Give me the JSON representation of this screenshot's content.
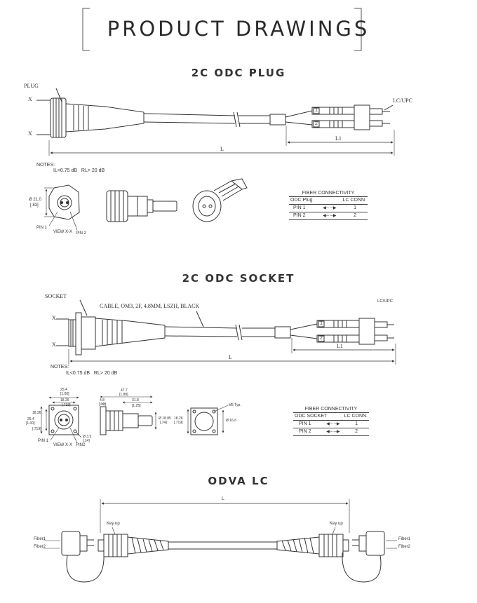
{
  "header": {
    "title": "PRODUCT DRAWINGS"
  },
  "plug_section": {
    "title": "2C ODC PLUG",
    "plug_label": "PLUG",
    "x_top": "X",
    "x_bottom": "X",
    "lc_label": "LC/UPC",
    "dim_l": "L",
    "dim_l1": "L1",
    "fiber_1": "1",
    "fiber_2": "2",
    "notes_title": "NOTES:",
    "notes_values": "IL<0.75 dB   RL> 20 dB",
    "dia_label": "Ø 21.0",
    "dia_sub": "[.83]",
    "pin1": "PIN 1",
    "view": "VIEW X-X",
    "pin2": "PIN 2",
    "table": {
      "title": "FIBER CONNECTIVITY",
      "col1": "ODC Plug",
      "col2": "LC CONN.",
      "rows": [
        {
          "a": "PIN 1",
          "b": "1"
        },
        {
          "a": "PIN 2",
          "b": "2"
        }
      ]
    }
  },
  "socket_section": {
    "title": "2C ODC SOCKET",
    "socket_label": "SOCKET",
    "cable_label": "CABLE, OM3, 2F, 4.8MM, LSZH, BLACK",
    "x_top": "X",
    "x_bottom": "X",
    "lc_label": "LC/UPC",
    "dim_l": "L",
    "dim_l1": "L1",
    "fiber_1": "1",
    "fiber_2": "2",
    "notes_title": "NOTES:",
    "notes_values": "IL<0.75 dB   RL> 20 dB",
    "dim_a": "25.4",
    "dim_a_sub": "[1.00]",
    "dim_b": "18.26",
    "dim_b_sub": "[.719]",
    "dim_c": "25.4",
    "dim_c_sub": "[1.00]",
    "dim_d": "18.26",
    "dim_d_sub": "[.719]",
    "dim_e": "Ø 3.5",
    "dim_e_sub": "[.14]",
    "dim_f": "47.7",
    "dim_f_sub": "[1.88]",
    "dim_g": "31.8",
    "dim_g_sub": "[1.25]",
    "dim_h": "4.8",
    "dim_h_sub": "[.19]",
    "dim_i": "Ø 18.85",
    "dim_i_sub": "[.74]",
    "dim_j": "18.26",
    "dim_j_sub": "[.719]",
    "dim_k": "Ø 16.6",
    "dim_l2": "M5 Typ.",
    "pin1": "PIN 1",
    "view": "VIEW X-X",
    "pin2": "PIN2",
    "table": {
      "title": "FIBER CONNECTIVITY",
      "col1": "ODC SOCKET",
      "col2": "LC CONN.",
      "rows": [
        {
          "a": "PIN 1",
          "b": "1"
        },
        {
          "a": "PIN 2",
          "b": "2"
        }
      ]
    }
  },
  "odva_section": {
    "title": "ODVA LC",
    "dim_l": "L",
    "key_up_left": "Key up",
    "key_up_right": "Key up",
    "fiber1_left": "Fiber1",
    "fiber2_left": "Fiber2",
    "fiber1_right": "Fiber1",
    "fiber2_right": "Fiber2"
  }
}
